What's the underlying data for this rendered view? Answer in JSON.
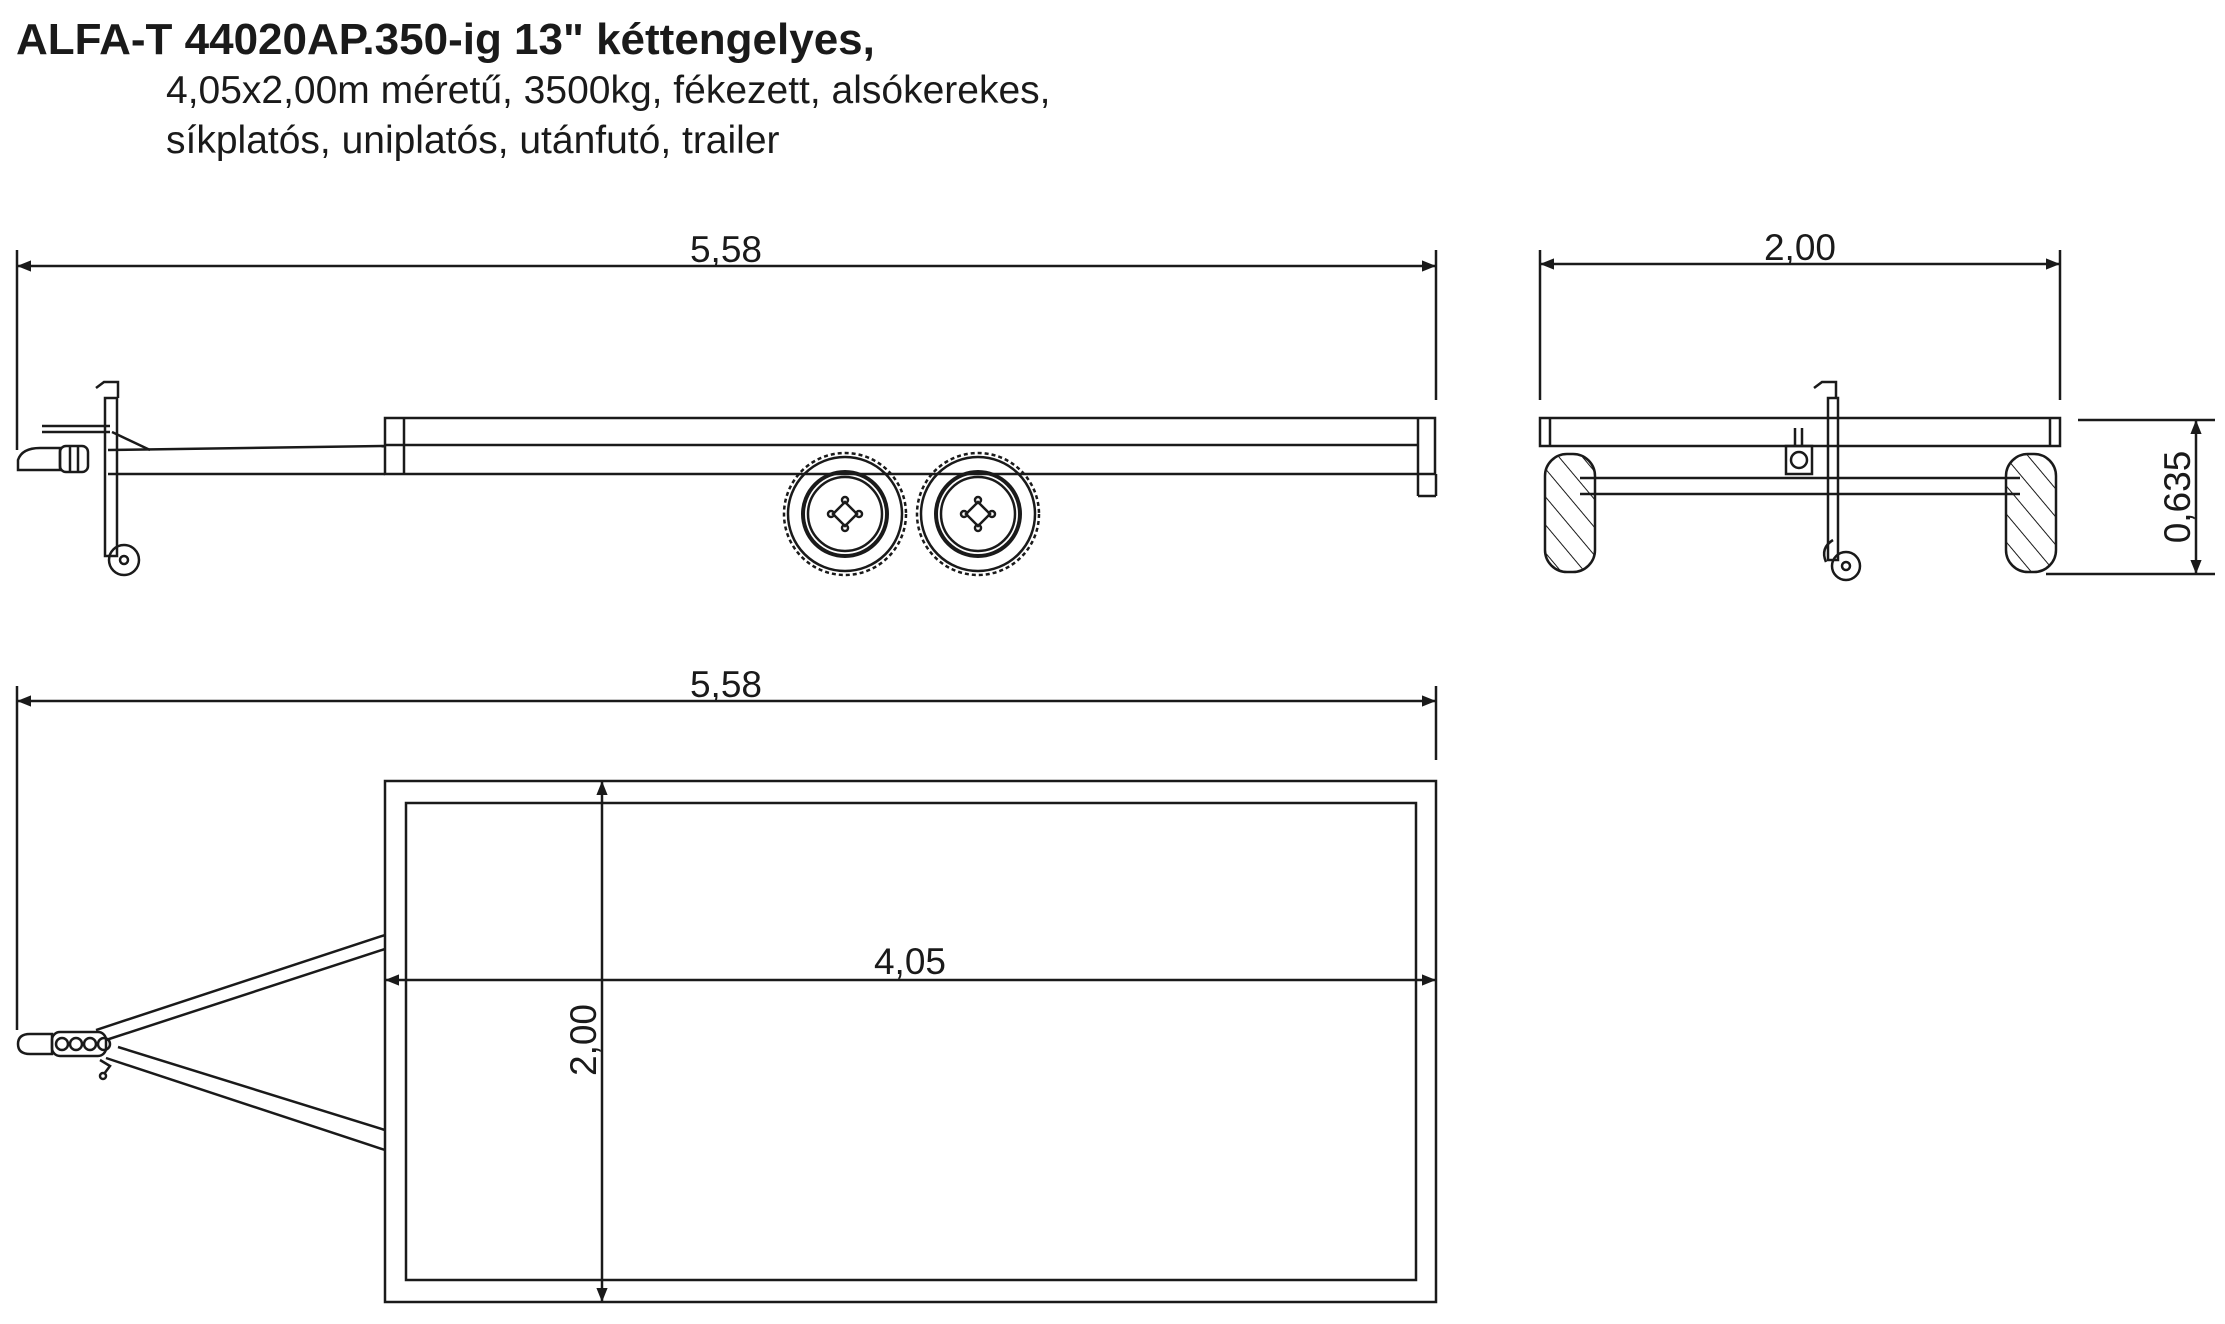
{
  "title": "ALFA-T 44020AP.350-ig 13\" kéttengelyes,",
  "subtitle_line1": "4,05x2,00m méretű, 3500kg, fékezett, alsókerekes,",
  "subtitle_line2": "síkplatós, uniplatós, utánfutó, trailer",
  "dimensions": {
    "side_total_length": "5,58",
    "rear_width": "2,00",
    "rear_height": "0,635",
    "top_total_length": "5,58",
    "platform_length": "4,05",
    "platform_width": "2,00"
  },
  "colors": {
    "line": "#1a1a1a",
    "background": "#ffffff"
  }
}
